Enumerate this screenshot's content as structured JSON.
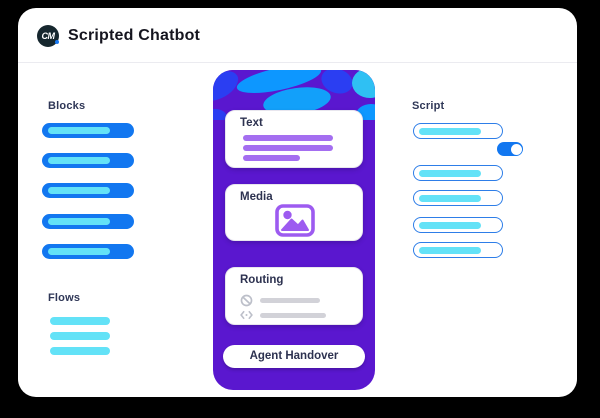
{
  "app": {
    "title": "Scripted Chatbot",
    "logo": {
      "text": "CM",
      "dot_color": "#1778f2",
      "bg_color": "#16272e"
    }
  },
  "left_panel": {
    "blocks": {
      "label": "Blocks",
      "count": 5
    },
    "flows": {
      "label": "Flows",
      "count": 3
    }
  },
  "builder": {
    "cards": [
      {
        "label": "Text",
        "content": "three lavender text lines"
      },
      {
        "label": "Media",
        "content": "image placeholder icon"
      },
      {
        "label": "Routing",
        "content": "two rows: blocked-icon and code-icon with gray lines"
      }
    ],
    "handover_button": "Agent Handover"
  },
  "right_panel": {
    "script": {
      "label": "Script",
      "count": 5
    },
    "toggle": {
      "state": "on"
    }
  },
  "colors": {
    "accent_blue": "#1277f0",
    "cyan": "#63e2f7",
    "outline_blue": "#2e7ee8",
    "phone_purple": "#5a17cf",
    "lavender_line": "#a46ef0",
    "media_purple": "#9d5bf0",
    "blob_royal_blue": "#2b3ef2",
    "blob_azure": "#0d97ff",
    "blob_cyan": "#2fc0f3"
  }
}
